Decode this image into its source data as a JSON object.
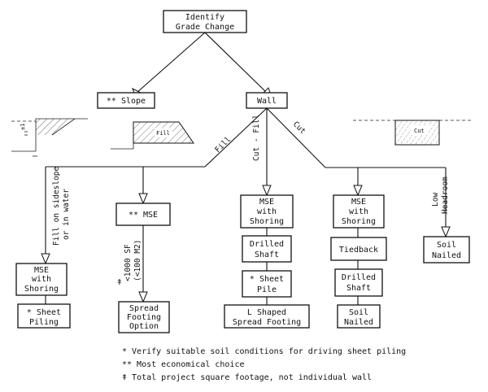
{
  "nodes": {
    "identify": [
      "Identify",
      "Grade Change"
    ],
    "slope": [
      "** Slope"
    ],
    "wall": [
      "Wall"
    ],
    "mse_shoring_left": [
      "MSE",
      "with",
      "Shoring"
    ],
    "sheet_piling_left": [
      "* Sheet",
      "Piling"
    ],
    "mse_mid": [
      "** MSE"
    ],
    "spread_footing": [
      "Spread",
      "Footing",
      "Option"
    ],
    "mse_shoring_center": [
      "MSE",
      "with",
      "Shoring"
    ],
    "drilled_shaft_center": [
      "Drilled",
      "Shaft"
    ],
    "sheet_pile_center": [
      "* Sheet",
      "Pile"
    ],
    "l_shaped": [
      "L Shaped",
      "Spread Footing"
    ],
    "mse_shoring_right": [
      "MSE",
      "with",
      "Shoring"
    ],
    "tiedback": [
      "Tiedback"
    ],
    "drilled_shaft_right": [
      "Drilled",
      "Shaft"
    ],
    "soil_nailed_right": [
      "Soil",
      "Nailed"
    ],
    "soil_nailed_far": [
      "Soil",
      "Nailed"
    ]
  },
  "edge_labels": {
    "fill": "Fill",
    "cut_fill": "Cut - Fill",
    "cut": "Cut",
    "fill_sideslope_1": "Fill on sideslope",
    "fill_sideslope_2": "or in water",
    "area_1": "<1000 SF",
    "area_2": "(<100 M2)",
    "area_mark": "ǂ",
    "low_headroom_1": "Low",
    "low_headroom_2": "Headroom"
  },
  "sketches": {
    "fill_label": "Fill",
    "cut_label": "Cut",
    "small_mark": "±1"
  },
  "legend": [
    "*  Verify suitable soil conditions for driving sheet piling",
    "**  Most economical choice",
    "ǂ  Total project square footage, not individual wall"
  ]
}
